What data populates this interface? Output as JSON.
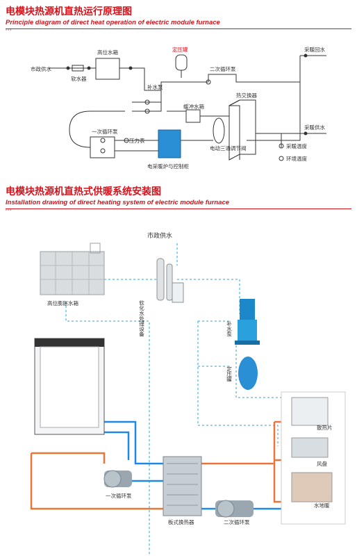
{
  "section1": {
    "title_cn": "电模块热源机直热运行原理图",
    "title_en": "Principle diagram of direct heat operation of electric module furnace",
    "labels": {
      "municipal_water": "市政供水",
      "softener": "软水器",
      "high_tank": "高位水箱",
      "pressure_tank": "定压罐",
      "heating_return": "采暖回水",
      "secondary_pump": "二次循环泵",
      "makeup_pump": "补水泵",
      "buffer_tank": "缓冲水箱",
      "heat_exchanger": "热交换器",
      "primary_pump": "一次循环泵",
      "pressure_gauge": "压力表",
      "heating_supply": "采暖供水",
      "heating_temp": "采暖温度",
      "ambient_temp": "环境温度",
      "three_way_valve": "电动三通调节阀",
      "boiler_cabinet": "电采暖炉与控制柜"
    }
  },
  "section2": {
    "title_cn": "电模块热源机直热式供暖系统安装图",
    "title_en": "Installation drawing of direct heating system of electric module furnace",
    "labels": {
      "municipal_water": "市政供水",
      "softening_equipment": "软化水处理设备",
      "expansion_tank": "高位膨胀水箱",
      "makeup_pump": "补水泵",
      "pressure_tank": "定压罐",
      "radiator": "散热片",
      "fan_coil": "风盘",
      "floor_heating": "水地暖",
      "primary_pump": "一次循环泵",
      "plate_exchanger": "板式换热器",
      "secondary_pump": "二次循环泵"
    }
  },
  "colors": {
    "accent_red": "#d7121b",
    "pipe_blue": "#1e88e5",
    "pipe_orange": "#e8763a",
    "dash_blue": "#29a3d8",
    "module_blue": "#2b8fd6"
  }
}
